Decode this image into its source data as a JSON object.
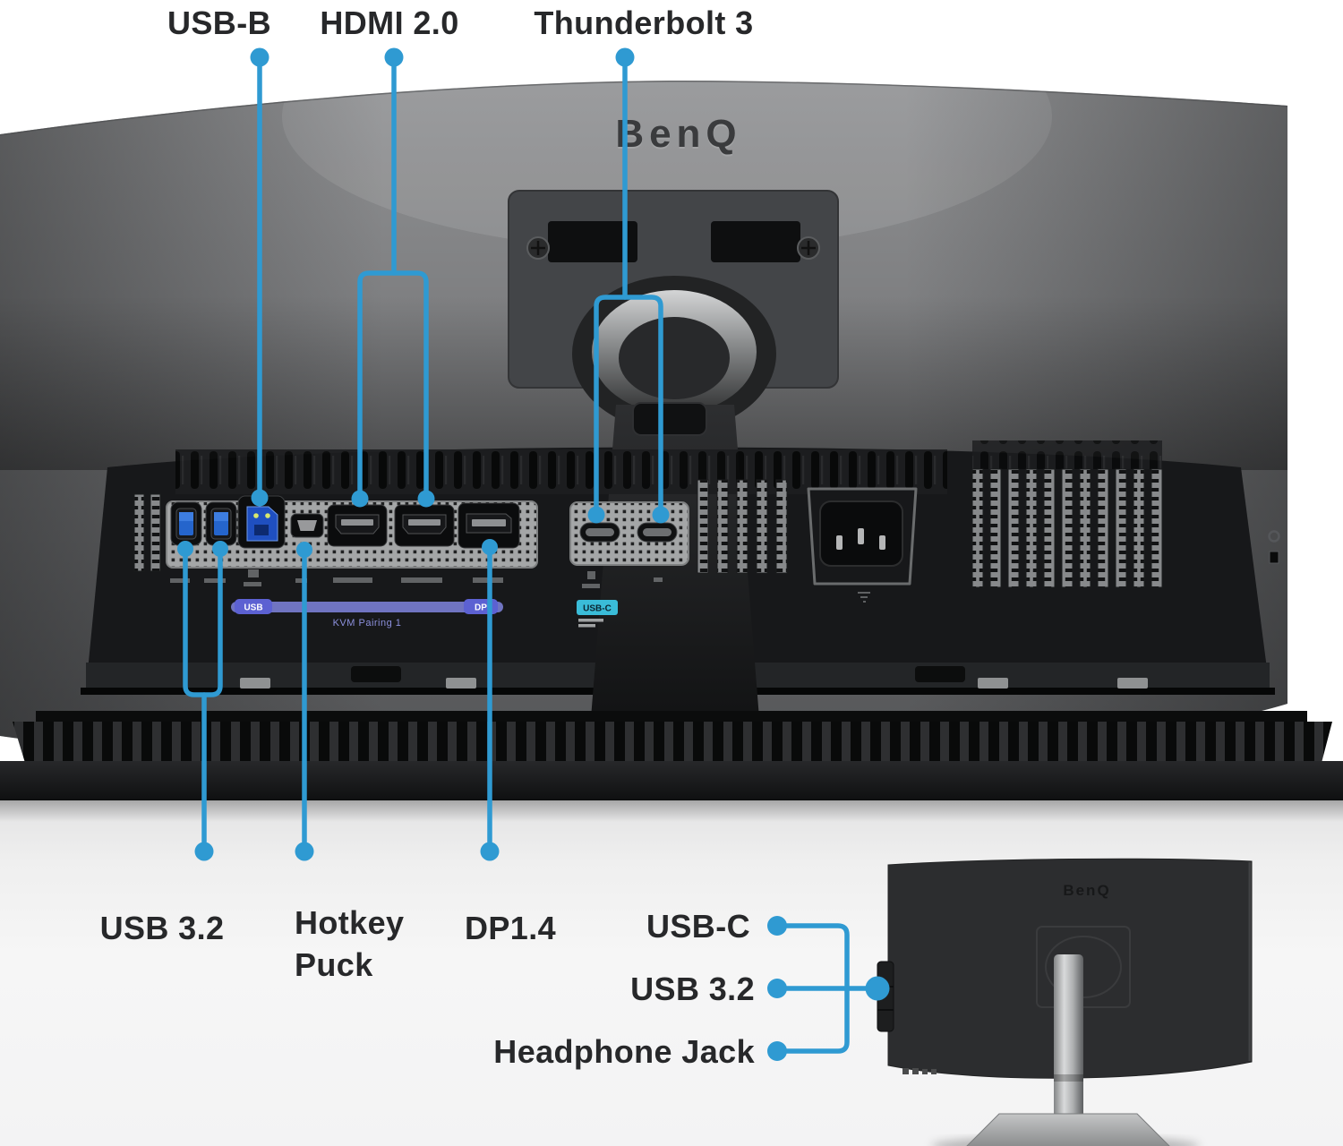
{
  "brand": {
    "logo_large": "BenQ",
    "logo_small": "BenQ"
  },
  "callouts": {
    "top": [
      {
        "id": "usb-b",
        "label": "USB-B"
      },
      {
        "id": "hdmi-2-0",
        "label": "HDMI 2.0"
      },
      {
        "id": "thunderbolt-3",
        "label": "Thunderbolt 3"
      }
    ],
    "bottom": [
      {
        "id": "usb-3-2",
        "label": "USB 3.2"
      },
      {
        "id": "hotkey-puck",
        "label_line1": "Hotkey",
        "label_line2": "Puck"
      },
      {
        "id": "dp-1-4",
        "label": "DP1.4"
      }
    ],
    "side": [
      {
        "id": "usb-c",
        "label": "USB-C"
      },
      {
        "id": "usb-3-2-side",
        "label": "USB 3.2"
      },
      {
        "id": "headphone-jack",
        "label": "Headphone Jack"
      }
    ]
  },
  "rear_panel_markings": {
    "usb_badge": "USB",
    "kvm_pairing": "KVM Pairing 1",
    "dp_badge": "DP",
    "usb_c_badge": "USB-C"
  },
  "colors": {
    "accent": "#2f9ad2",
    "label_text": "#27282a",
    "back_gray": "#828385",
    "panel_silver": "#a4a6a7",
    "recess_black": "#17181a"
  }
}
